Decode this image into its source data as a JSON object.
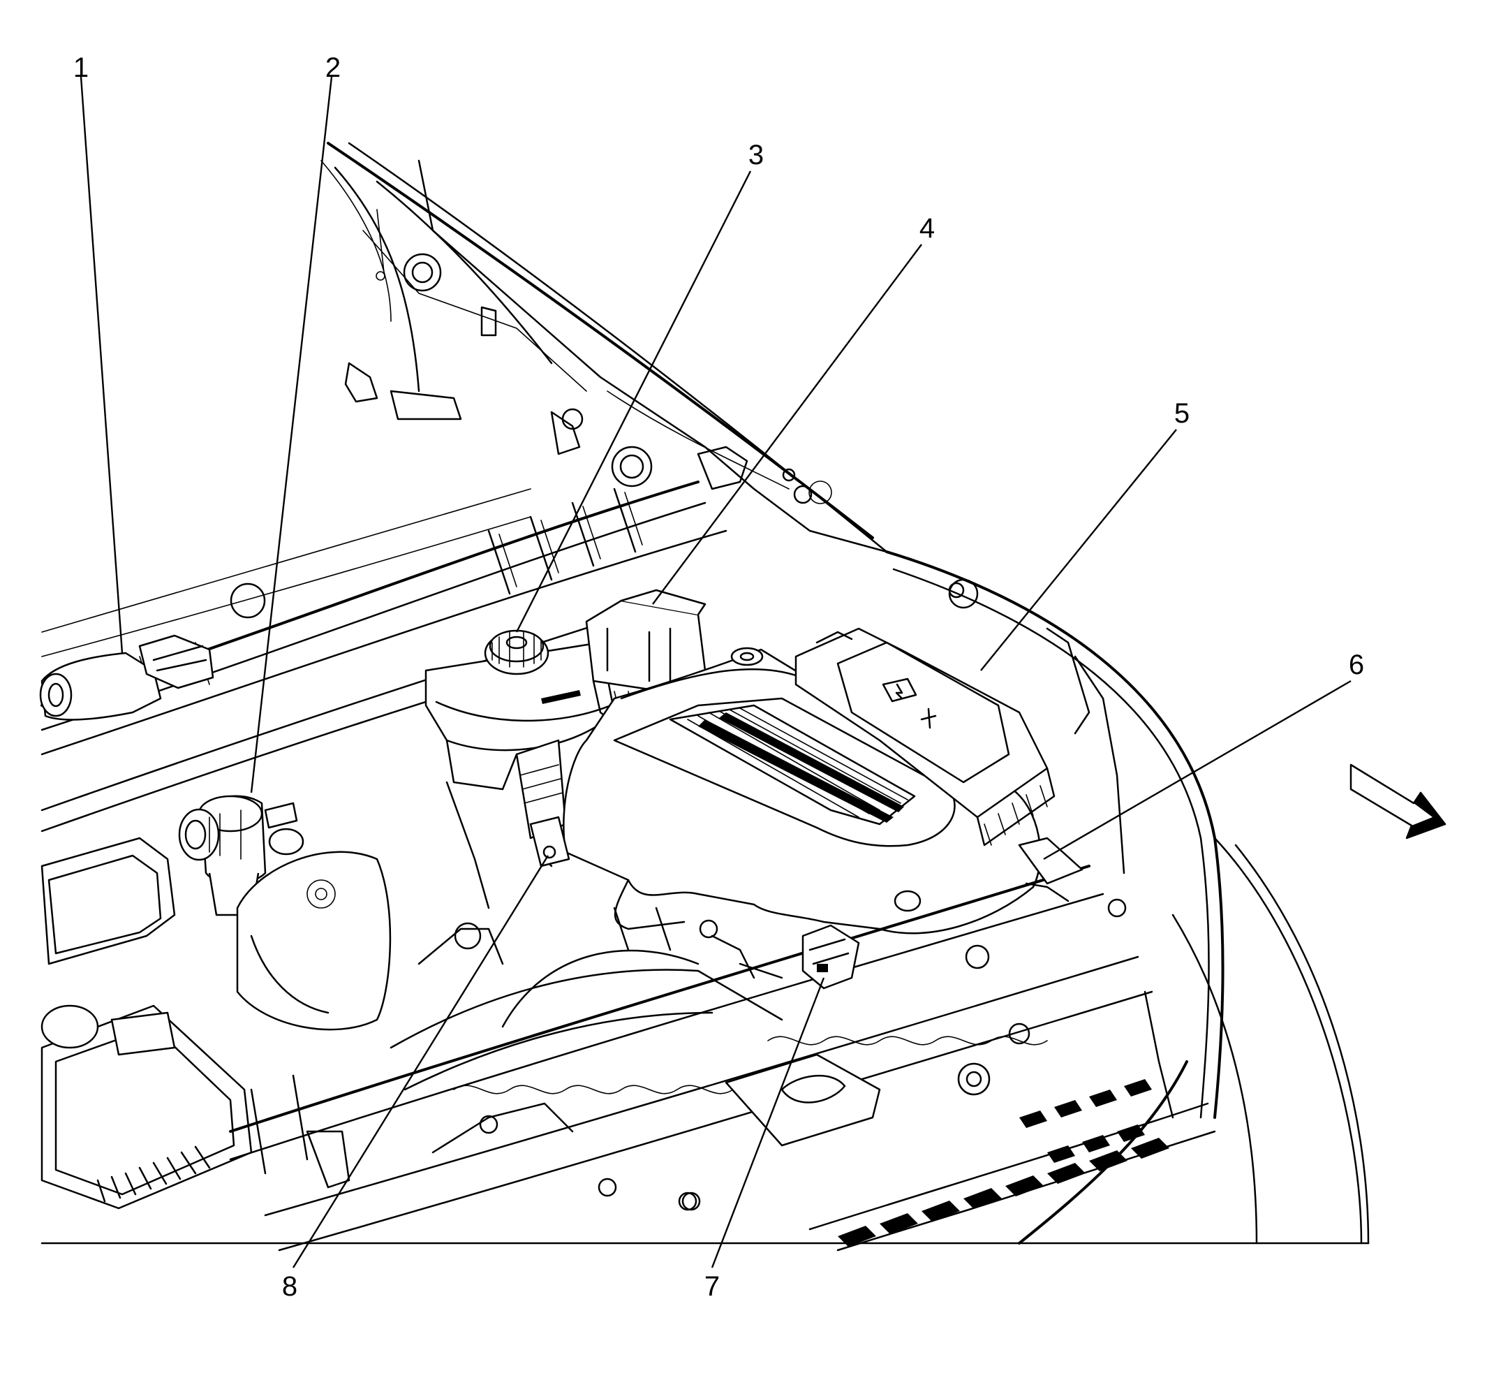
{
  "callouts": [
    {
      "id": "1",
      "label": "1"
    },
    {
      "id": "2",
      "label": "2"
    },
    {
      "id": "3",
      "label": "3"
    },
    {
      "id": "4",
      "label": "4"
    },
    {
      "id": "5",
      "label": "5"
    },
    {
      "id": "6",
      "label": "6"
    },
    {
      "id": "7",
      "label": "7"
    },
    {
      "id": "8",
      "label": "8"
    }
  ],
  "icons": {
    "direction_arrow": "forward-direction-arrow-icon",
    "battery_symbol": "battery-icon"
  },
  "colors": {
    "line": "#000000",
    "background": "#ffffff"
  }
}
